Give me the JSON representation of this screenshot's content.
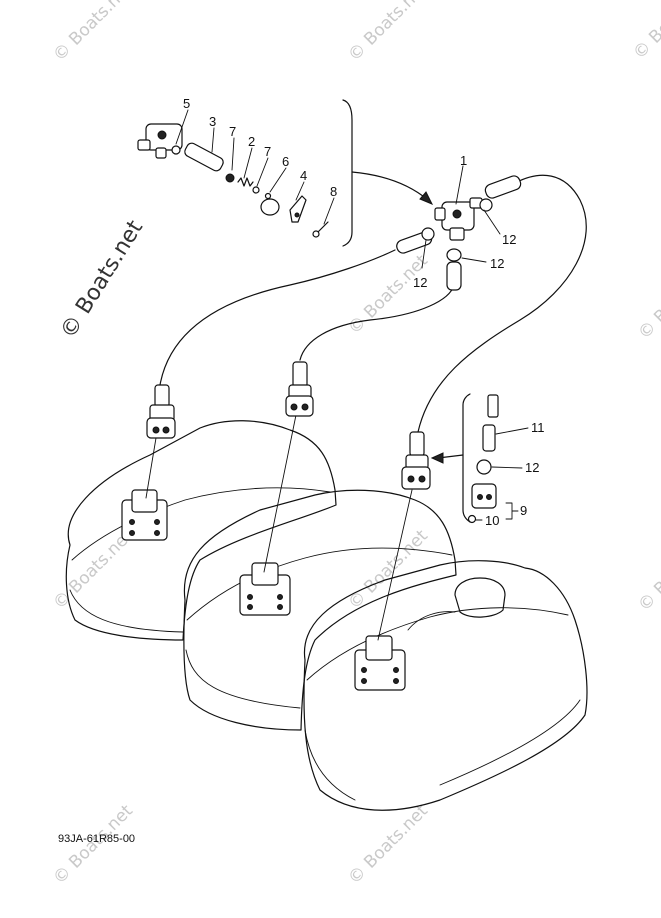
{
  "diagram_code": "93JA-61R85-00",
  "watermark_main": "© Boats.net",
  "watermark_tile": "© Boats.net",
  "callouts": {
    "c1": "1",
    "c2": "2",
    "c3": "3",
    "c4": "4",
    "c5": "5",
    "c6": "6",
    "c7a": "7",
    "c7b": "7",
    "c8": "8",
    "c9": "9",
    "c10": "10",
    "c11": "11",
    "c12a": "12",
    "c12b": "12",
    "c12c": "12",
    "c12d": "12"
  }
}
